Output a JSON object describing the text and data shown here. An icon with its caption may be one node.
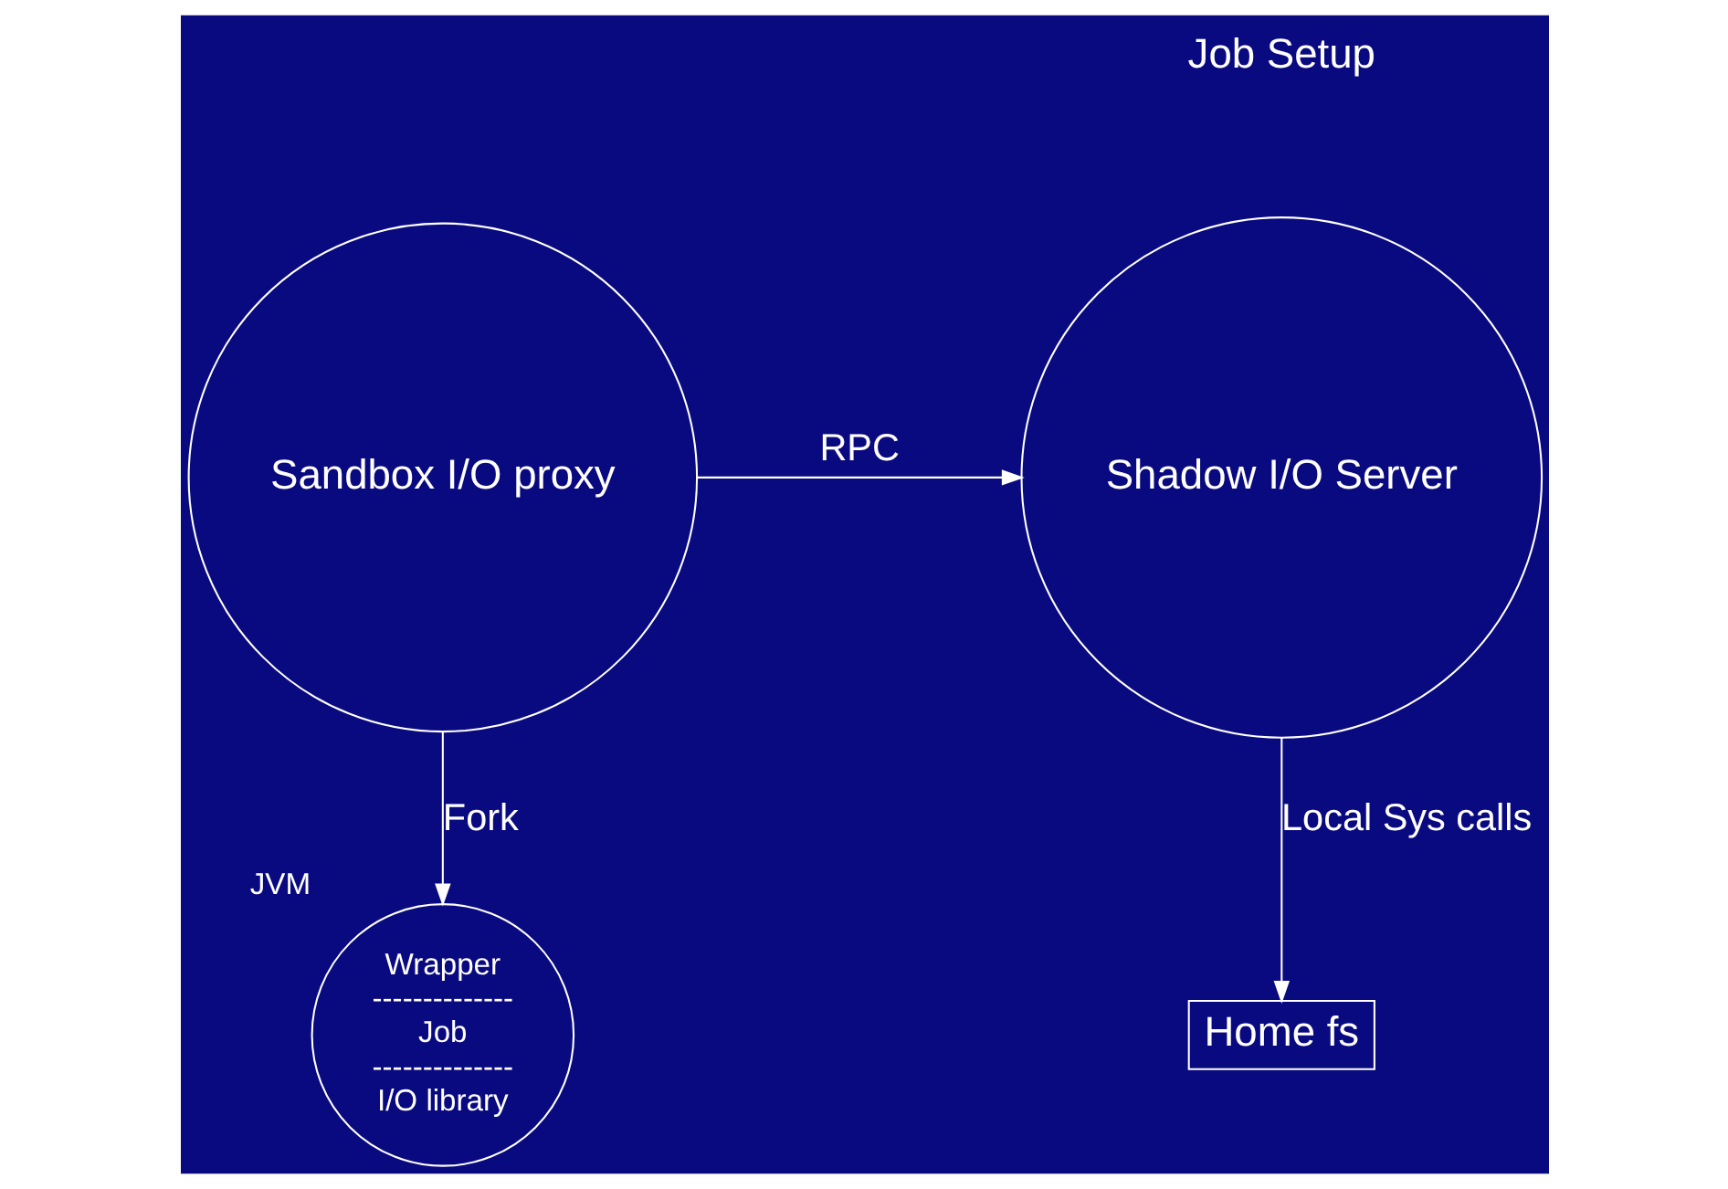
{
  "diagram": {
    "nodes": [
      {
        "text": [
          "Shadow I/O Server"
        ]
      },
      {
        "text": [
          "Sandbox I/O proxy"
        ]
      },
      {
        "text": [
          "Home fs"
        ]
      },
      {
        "text": [
          "Wrapper",
          "--------------",
          "Job",
          "--------------",
          "I/O library"
        ],
        "beside": [
          "JVM"
        ]
      }
    ],
    "edges": [
      {
        "from": 1,
        "to": 0,
        "arrow": "to",
        "label": "RPC"
      },
      {
        "from": 0,
        "to": 2,
        "arrow": "to",
        "label": "Local Sys calls"
      },
      {
        "from": 1,
        "to": 3,
        "arrow": "to",
        "label": "Fork"
      }
    ],
    "labels": [
      "Job Setup"
    ]
  }
}
